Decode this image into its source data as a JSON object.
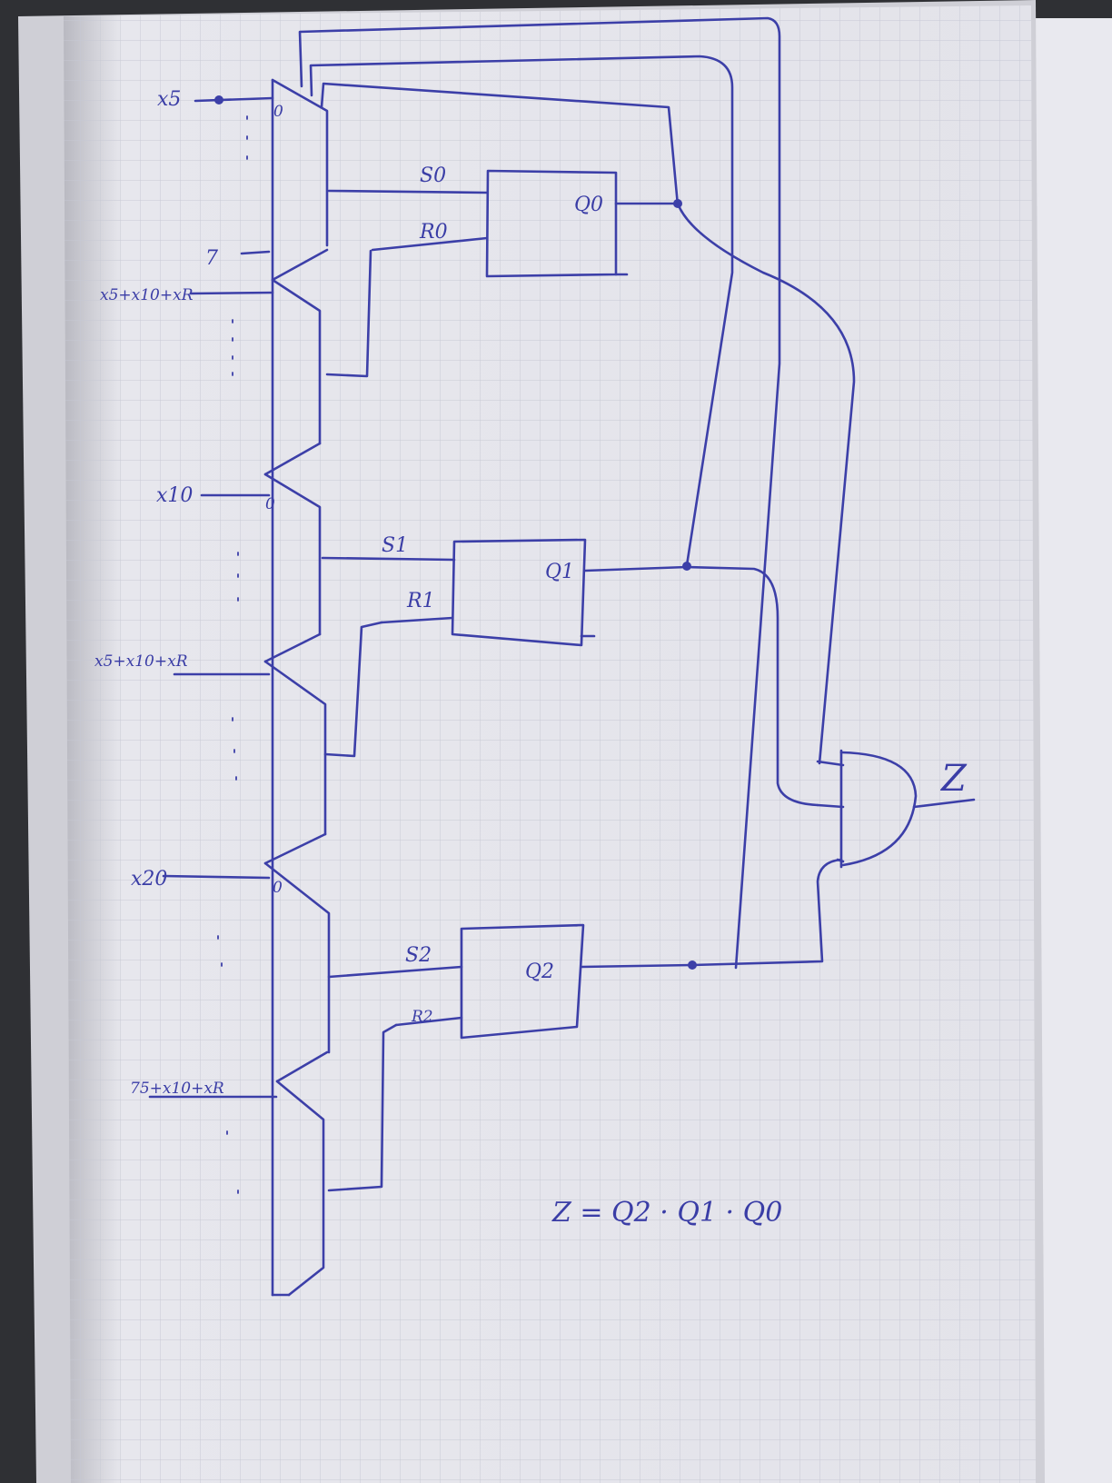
{
  "inputs": {
    "x5": "x5",
    "seven": "7",
    "sum_top": "x5+x10+xR",
    "x10": "x10",
    "sum_mid": "x5+x10+xR",
    "x20": "x20",
    "sum_bottom": "75+x10+xR"
  },
  "flipflops": {
    "ff0": {
      "s": "S0",
      "r": "R0",
      "q": "Q0"
    },
    "ff1": {
      "s": "S1",
      "r": "R1",
      "q": "Q1"
    },
    "ff2": {
      "s": "S2",
      "r": "R2",
      "q": "Q2"
    }
  },
  "gate_markers": {
    "m1": "0",
    "m2": "0",
    "m3": "0"
  },
  "output": {
    "z": "Z"
  },
  "equation": "Z = Q2 · Q1 · Q0",
  "colors": {
    "ink": "#3c3fa8",
    "paper": "#e8e8ee",
    "grid": "#c6c8d4"
  }
}
